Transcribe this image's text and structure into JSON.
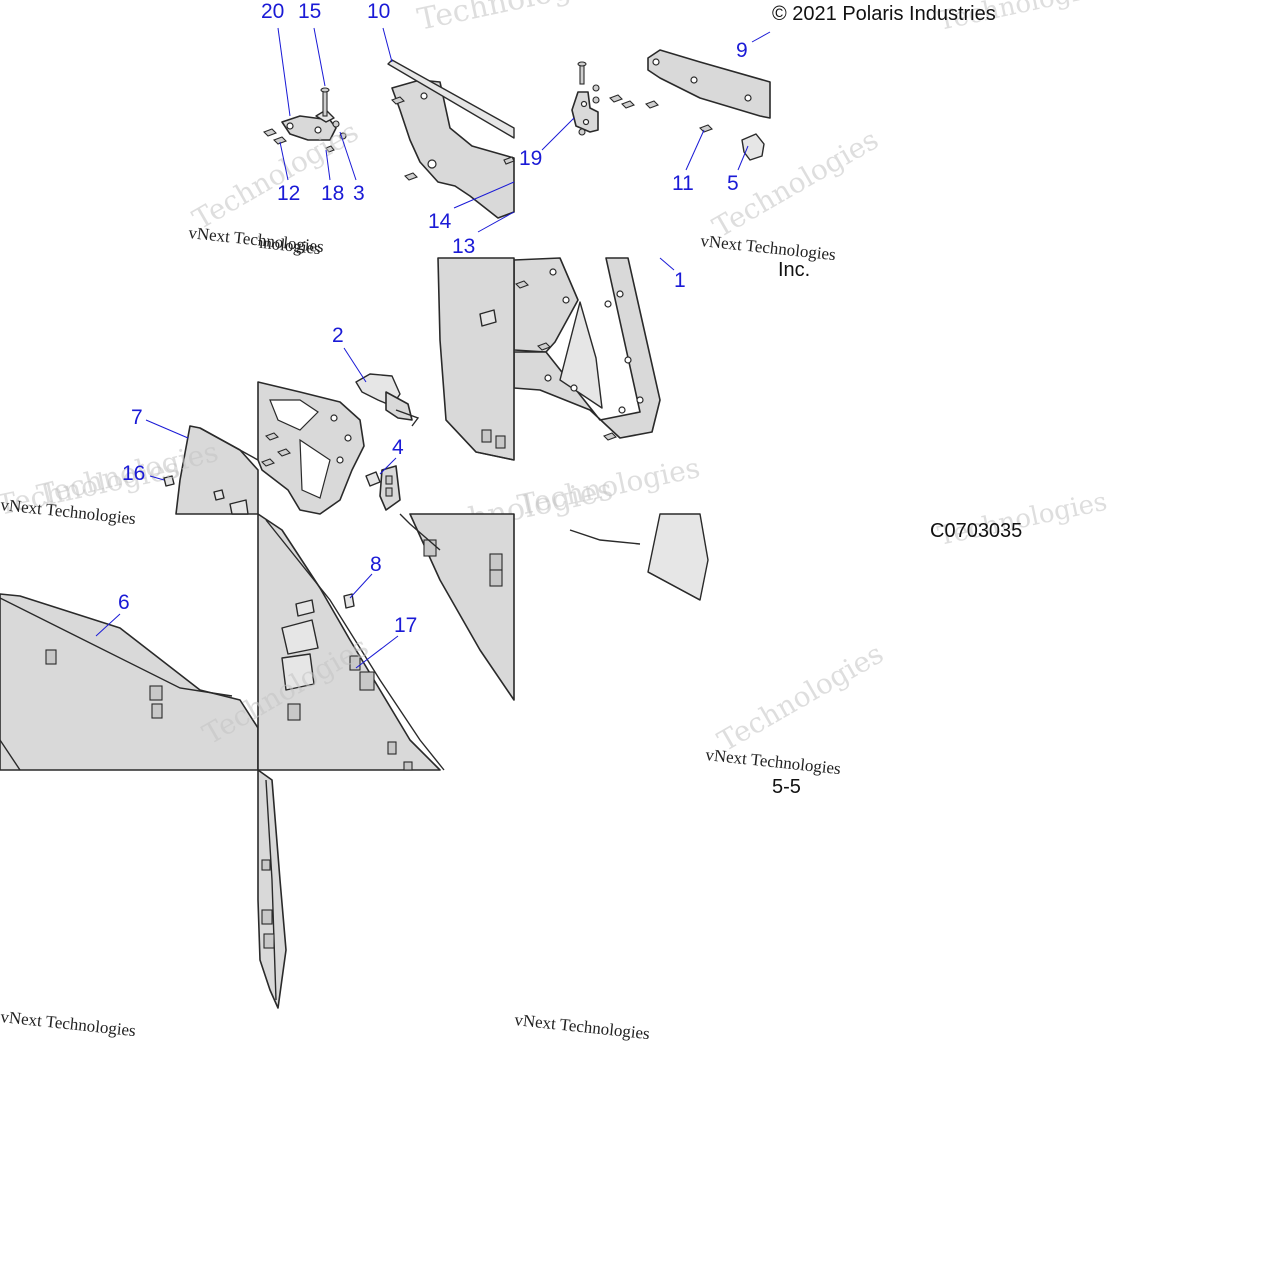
{
  "diagram": {
    "copyright": "© 2021 Polaris Industries",
    "copyright_tail": "Inc.",
    "drawing_code": "C0703035",
    "drawing_code_tail": "5-5",
    "watermarks": [
      "vNext Technologies",
      "Technologies"
    ],
    "callouts": [
      {
        "label": "20"
      },
      {
        "label": "15"
      },
      {
        "label": "10"
      },
      {
        "label": "9"
      },
      {
        "label": "12"
      },
      {
        "label": "18"
      },
      {
        "label": "3"
      },
      {
        "label": "19"
      },
      {
        "label": "11"
      },
      {
        "label": "5"
      },
      {
        "label": "14"
      },
      {
        "label": "13"
      },
      {
        "label": "1"
      },
      {
        "label": "2"
      },
      {
        "label": "7"
      },
      {
        "label": "16"
      },
      {
        "label": "4"
      },
      {
        "label": "6"
      },
      {
        "label": "8"
      },
      {
        "label": "17"
      }
    ],
    "colors": {
      "callout": "#1a1ad6",
      "part_fill": "#d9d9d9",
      "outline": "#2a2a2a",
      "background": "#ffffff"
    }
  }
}
